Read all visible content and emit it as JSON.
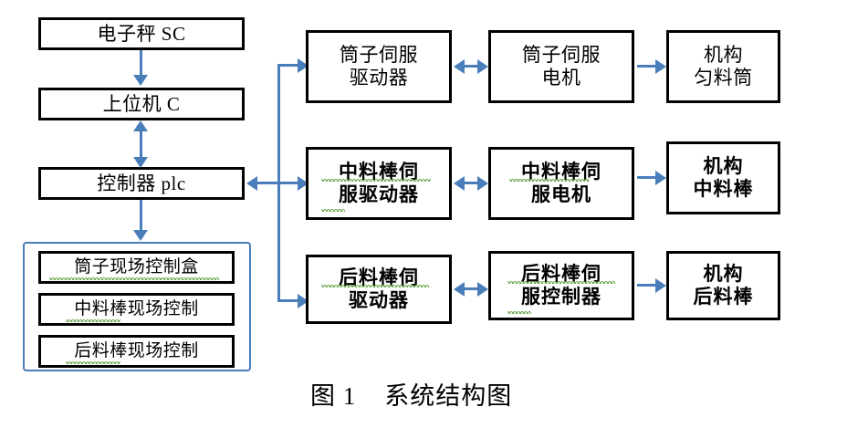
{
  "figure": {
    "caption": "图 1    系统结构图"
  },
  "left_column": {
    "nodes": [
      {
        "id": "scale",
        "lines": [
          "电子秤 SC"
        ],
        "bold": false
      },
      {
        "id": "host_pc",
        "lines": [
          "上位机 C"
        ],
        "bold": false
      },
      {
        "id": "controller",
        "lines": [
          "控制器 plc"
        ],
        "bold": false
      }
    ]
  },
  "field_control_group": {
    "nodes": [
      {
        "id": "tube-field-box",
        "lines": [
          "筒子现场控制盒"
        ]
      },
      {
        "id": "middle-rod-field",
        "lines": [
          "中料棒现场控制"
        ]
      },
      {
        "id": "rear-rod-field",
        "lines": [
          "后料棒现场控制"
        ]
      }
    ]
  },
  "right_matrix": {
    "rows": [
      {
        "id": "tube-row",
        "bold": false,
        "driver": {
          "lines": [
            "筒子伺服",
            "驱动器"
          ]
        },
        "motor": {
          "lines": [
            "筒子伺服",
            "电机"
          ]
        },
        "mechanism": {
          "lines": [
            "机构",
            "匀料筒"
          ]
        }
      },
      {
        "id": "middle-rod-row",
        "bold": true,
        "driver": {
          "lines": [
            "中料棒伺",
            "服驱动器"
          ]
        },
        "motor": {
          "lines": [
            "中料棒伺",
            "服电机"
          ]
        },
        "mechanism": {
          "lines": [
            "机构",
            "中料棒"
          ]
        }
      },
      {
        "id": "rear-rod-row",
        "bold": true,
        "driver": {
          "lines": [
            "后料棒伺",
            "驱动器"
          ]
        },
        "motor": {
          "lines": [
            "后料棒伺",
            "服控制器"
          ]
        },
        "mechanism": {
          "lines": [
            "机构",
            "后料棒"
          ]
        }
      }
    ]
  },
  "colors": {
    "connector_blue": "#4a7ebb",
    "box_border": "#000000",
    "background": "#ffffff"
  }
}
